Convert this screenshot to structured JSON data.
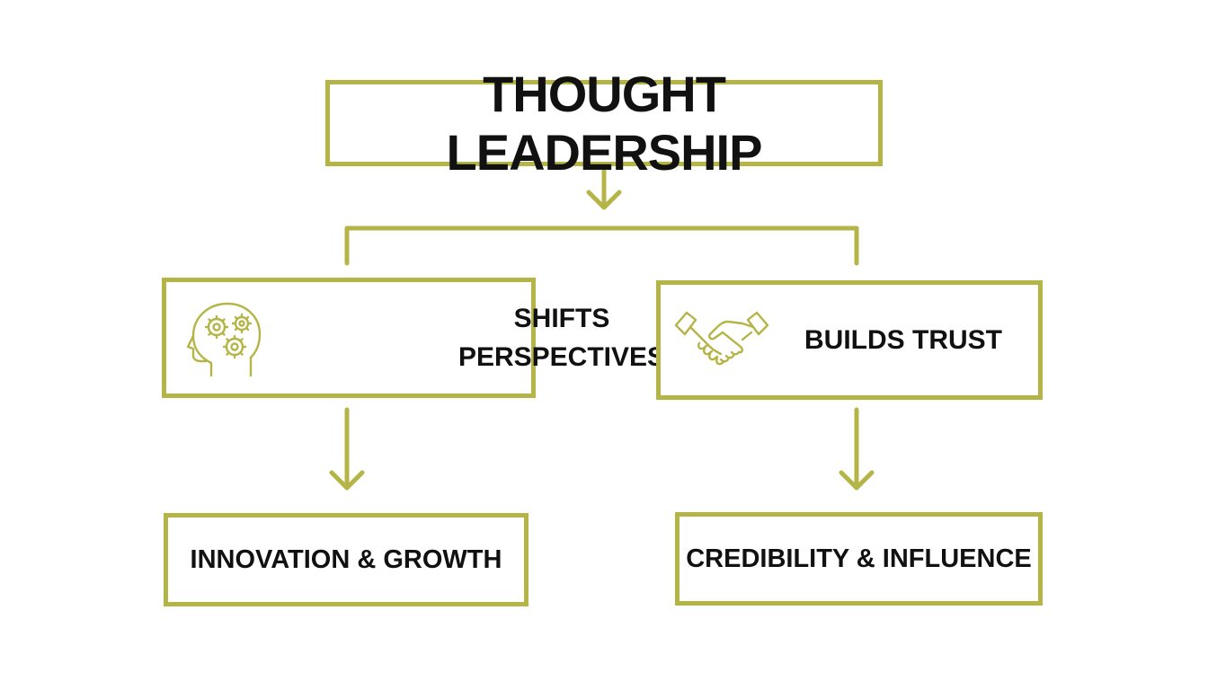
{
  "colors": {
    "accent": "#b5b446",
    "text": "#111111",
    "background": "#ffffff"
  },
  "title": "THOUGHT LEADERSHIP",
  "branches": [
    {
      "icon": "brain-gears-icon",
      "label_line1": "SHIFTS",
      "label_line2": "PERSPECTIVES",
      "outcome": "INNOVATION & GROWTH"
    },
    {
      "icon": "handshake-icon",
      "label": "BUILDS TRUST",
      "outcome": "CREDIBILITY & INFLUENCE"
    }
  ]
}
